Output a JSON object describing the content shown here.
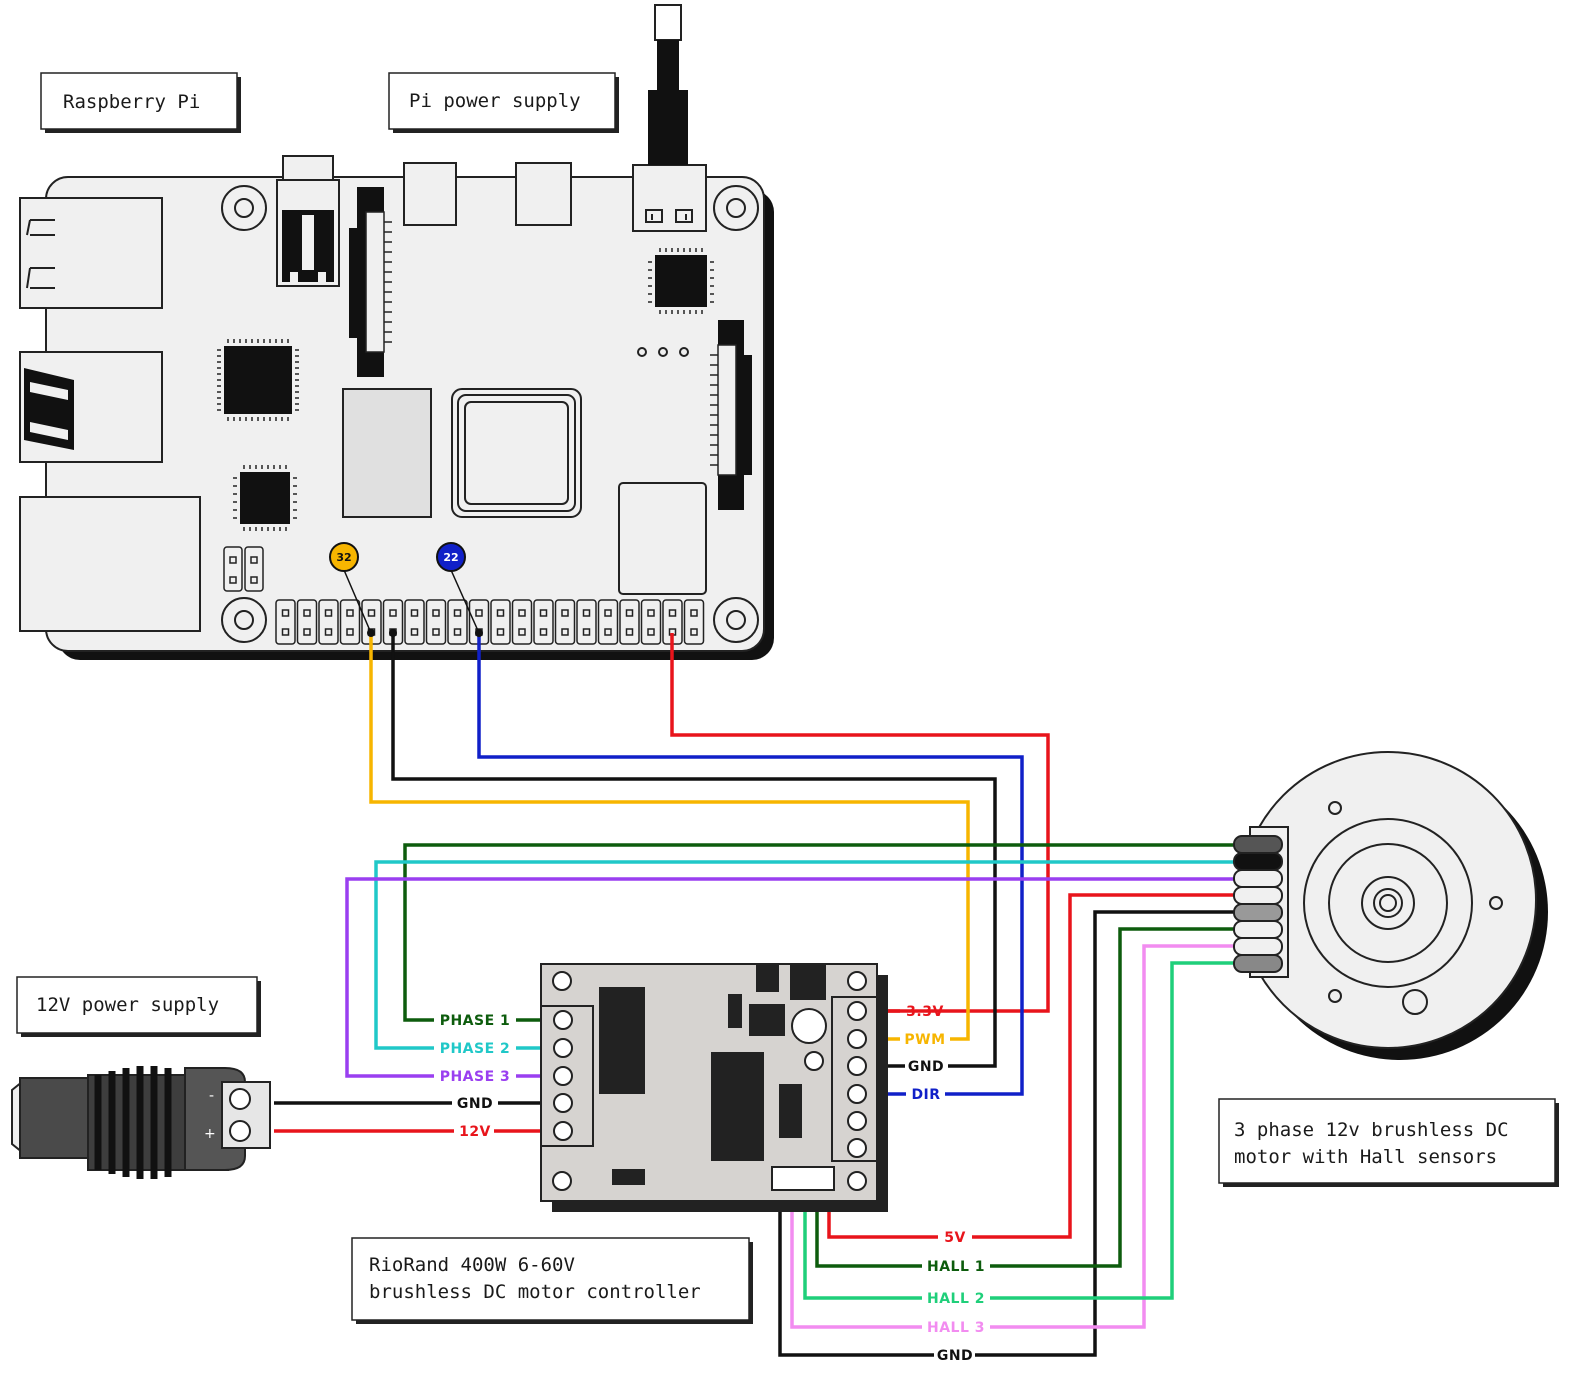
{
  "labels": {
    "raspberry_pi": "Raspberry Pi",
    "pi_power_supply": "Pi power supply",
    "power_supply_12v": "12V power supply",
    "controller_line1": "RioRand 400W 6-60V",
    "controller_line2": "brushless DC motor controller",
    "motor_line1": "3 phase 12v brushless DC",
    "motor_line2": "motor with Hall sensors"
  },
  "pins": {
    "pwm_pin": "32",
    "dir_pin": "22"
  },
  "terminals": {
    "plus": "+",
    "minus": "-"
  },
  "wire_labels": {
    "phase1": "PHASE 1",
    "phase2": "PHASE 2",
    "phase3": "PHASE 3",
    "gnd_power": "GND",
    "v12": "12V",
    "v33": "3.3V",
    "pwm": "PWM",
    "gnd_signal": "GND",
    "dir": "DIR",
    "v5": "5V",
    "hall1": "HALL 1",
    "hall2": "HALL 2",
    "hall3": "HALL 3",
    "gnd_hall": "GND"
  },
  "colors": {
    "red": "#e8141b",
    "yellow": "#f7b500",
    "black": "#111111",
    "blue": "#1020c8",
    "dark_green": "#0d5c0d",
    "cyan": "#20c8c8",
    "purple": "#9a3ff0",
    "light_green": "#1fcf7a",
    "pink": "#f28cf0"
  }
}
